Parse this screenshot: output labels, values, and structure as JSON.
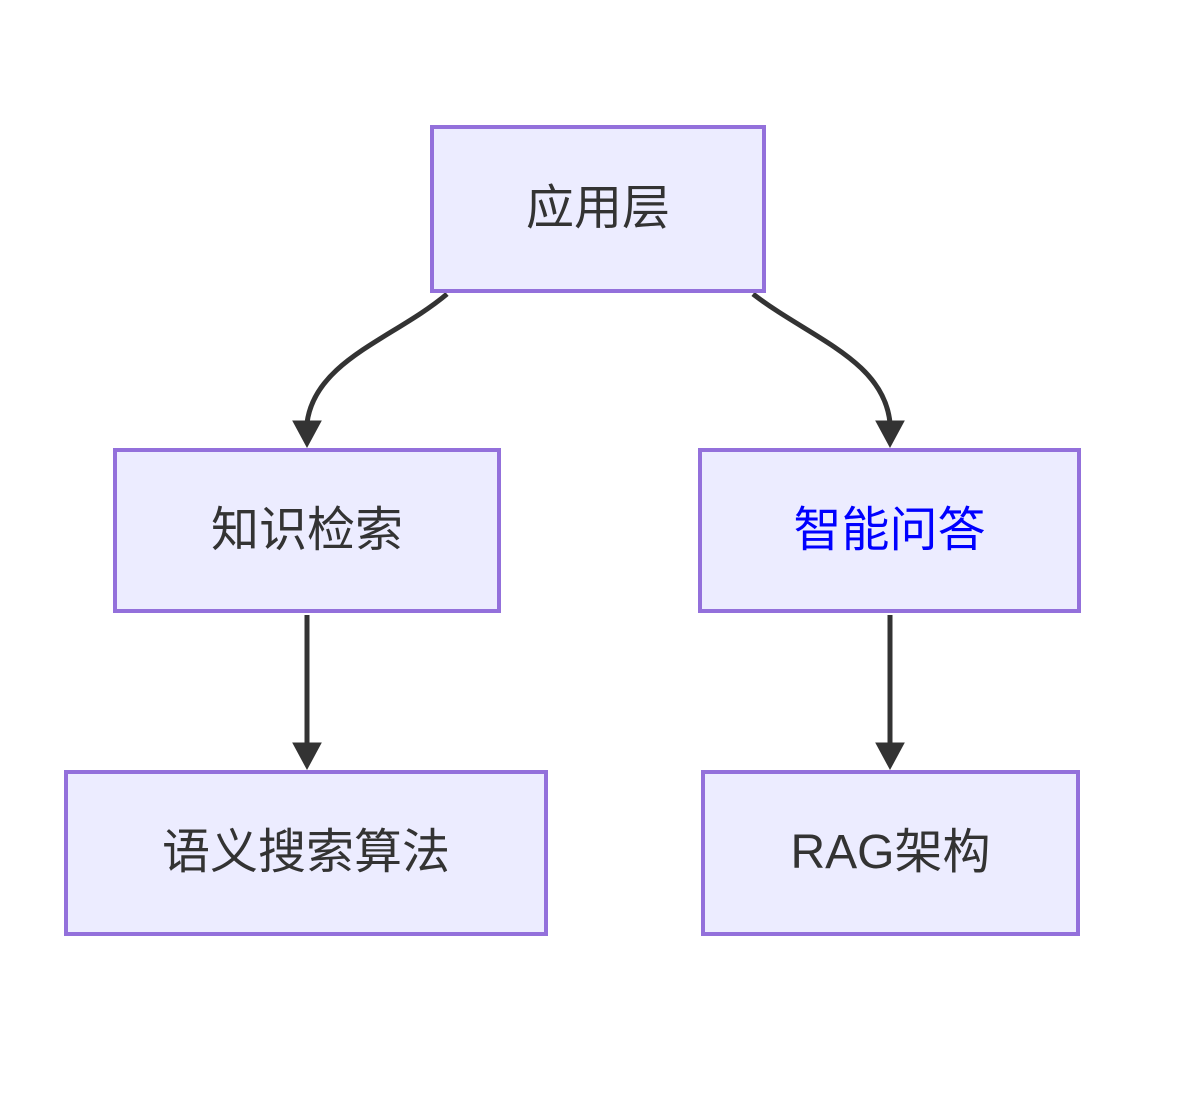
{
  "diagram": {
    "type": "flowchart",
    "direction": "top-down",
    "nodes": [
      {
        "id": "application-layer",
        "label": "应用层",
        "highlighted": false
      },
      {
        "id": "knowledge-retrieval",
        "label": "知识检索",
        "highlighted": false
      },
      {
        "id": "intelligent-qa",
        "label": "智能问答",
        "highlighted": true
      },
      {
        "id": "semantic-search-algorithm",
        "label": "语义搜索算法",
        "highlighted": false
      },
      {
        "id": "rag-architecture",
        "label": "RAG架构",
        "highlighted": false
      }
    ],
    "edges": [
      {
        "from": "应用层",
        "to": "知识检索",
        "style": "curved-arrow"
      },
      {
        "from": "应用层",
        "to": "智能问答",
        "style": "curved-arrow"
      },
      {
        "from": "知识检索",
        "to": "语义搜索算法",
        "style": "straight-arrow"
      },
      {
        "from": "智能问答",
        "to": "RAG架构",
        "style": "straight-arrow"
      }
    ],
    "colors": {
      "node_fill": "#ECECFF",
      "node_border": "#9370DB",
      "node_text": "#333333",
      "highlight_text": "#0000FF",
      "arrow": "#333333",
      "background": "#FFFFFF"
    }
  }
}
